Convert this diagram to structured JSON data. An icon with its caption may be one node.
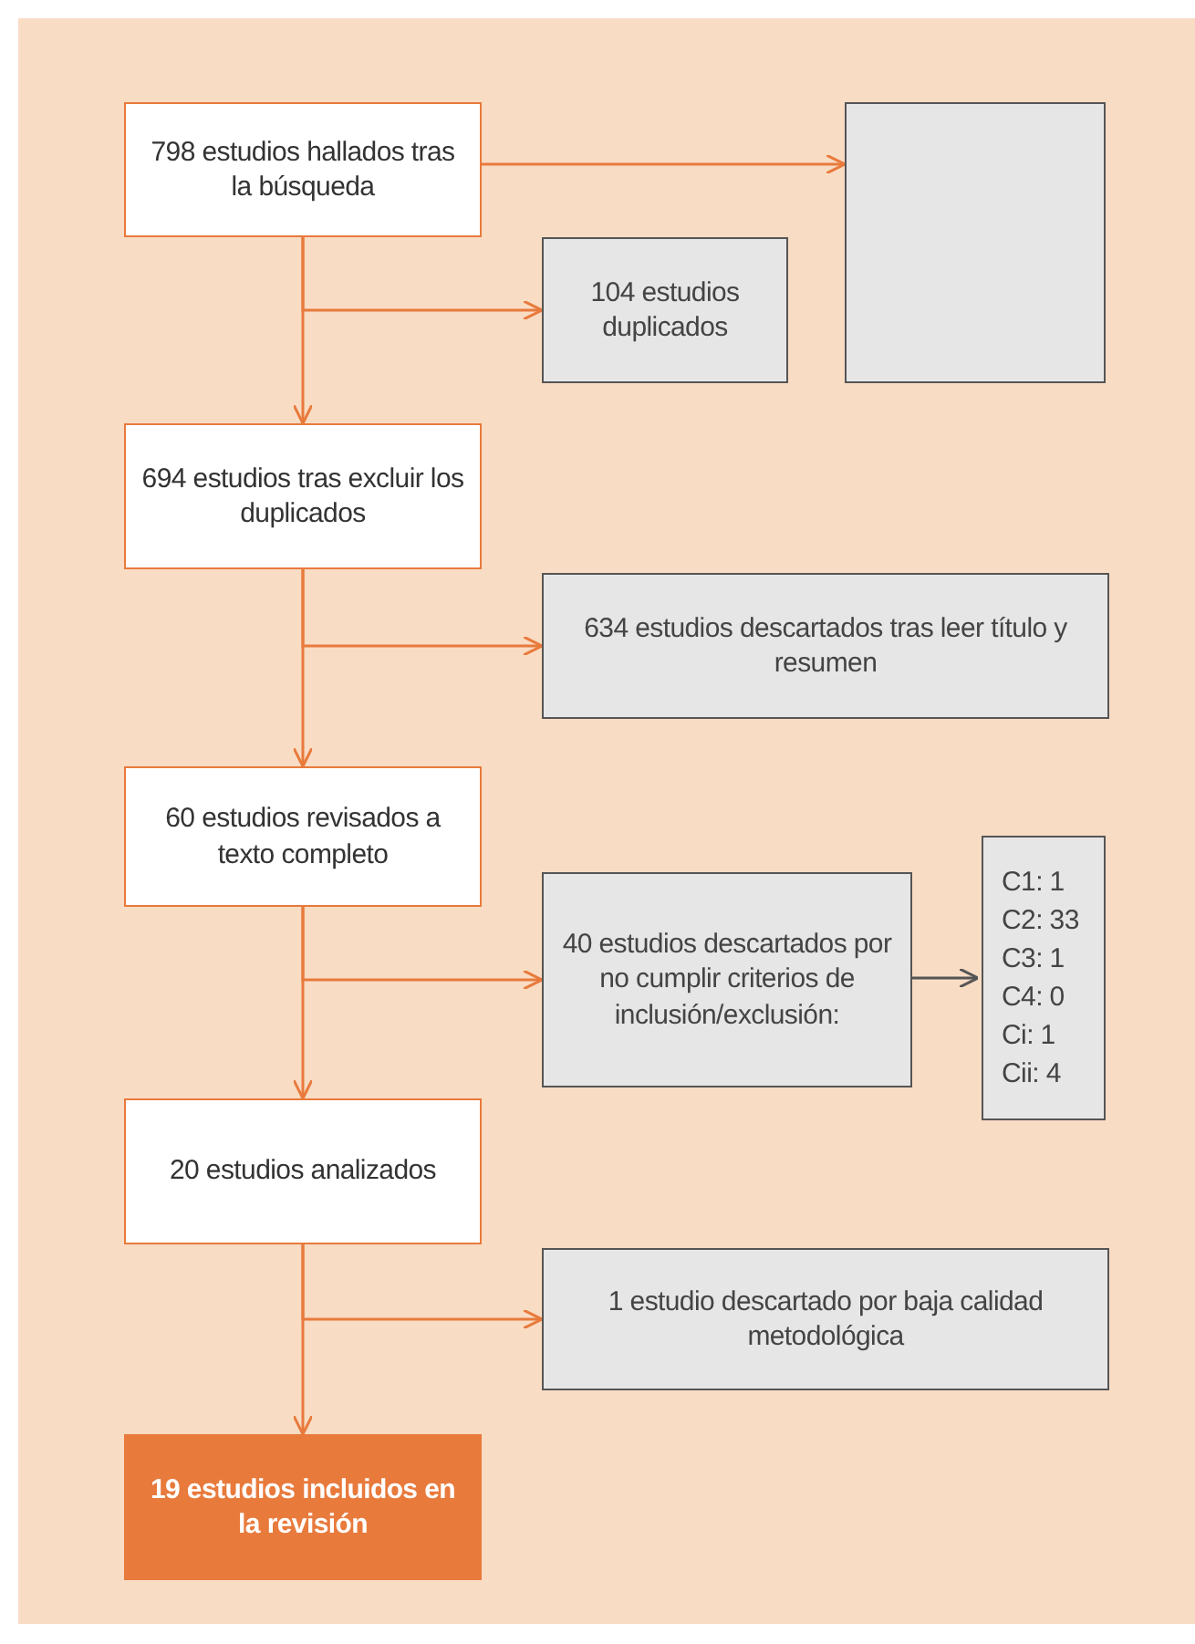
{
  "diagram": {
    "nodes": [
      {
        "text": [
          "798 estudios hallados tras la búsqueda"
        ]
      },
      {
        "text": [],
        "shape": "box"
      },
      {
        "text": [
          "104 estudios duplicados"
        ]
      },
      {
        "text": [
          "694 estudios tras excluir los duplicados"
        ]
      },
      {
        "text": [
          "634 estudios descartados tras leer título y resumen"
        ]
      },
      {
        "text": [
          "60 estudios revisados a texto completo"
        ]
      },
      {
        "text": [
          "40 estudios descartados por no cumplir criterios de inclusión/exclusión:"
        ]
      },
      {
        "text": [
          "C1: 1",
          "C2: 33",
          "C3: 1",
          "C4: 0",
          "Ci: 1",
          "Cii: 4"
        ]
      },
      {
        "text": [
          "20 estudios analizados"
        ]
      },
      {
        "text": [
          "1 estudio descartado por baja calidad metodológica"
        ]
      },
      {
        "text": [
          "19 estudios incluidos en la revisión"
        ]
      }
    ],
    "edges": [
      {
        "from": 0,
        "to": 1,
        "arrow": "to"
      },
      {
        "from": 0,
        "to": 2,
        "arrow": "to"
      },
      {
        "from": 0,
        "to": 3,
        "arrow": "to"
      },
      {
        "from": 3,
        "to": 4,
        "arrow": "to"
      },
      {
        "from": 3,
        "to": 5,
        "arrow": "to"
      },
      {
        "from": 5,
        "to": 6,
        "arrow": "to"
      },
      {
        "from": 6,
        "to": 7,
        "arrow": "to",
        "color": "#555555"
      },
      {
        "from": 5,
        "to": 8,
        "arrow": "to"
      },
      {
        "from": 8,
        "to": 9,
        "arrow": "to"
      },
      {
        "from": 8,
        "to": 10,
        "arrow": "to"
      }
    ]
  }
}
